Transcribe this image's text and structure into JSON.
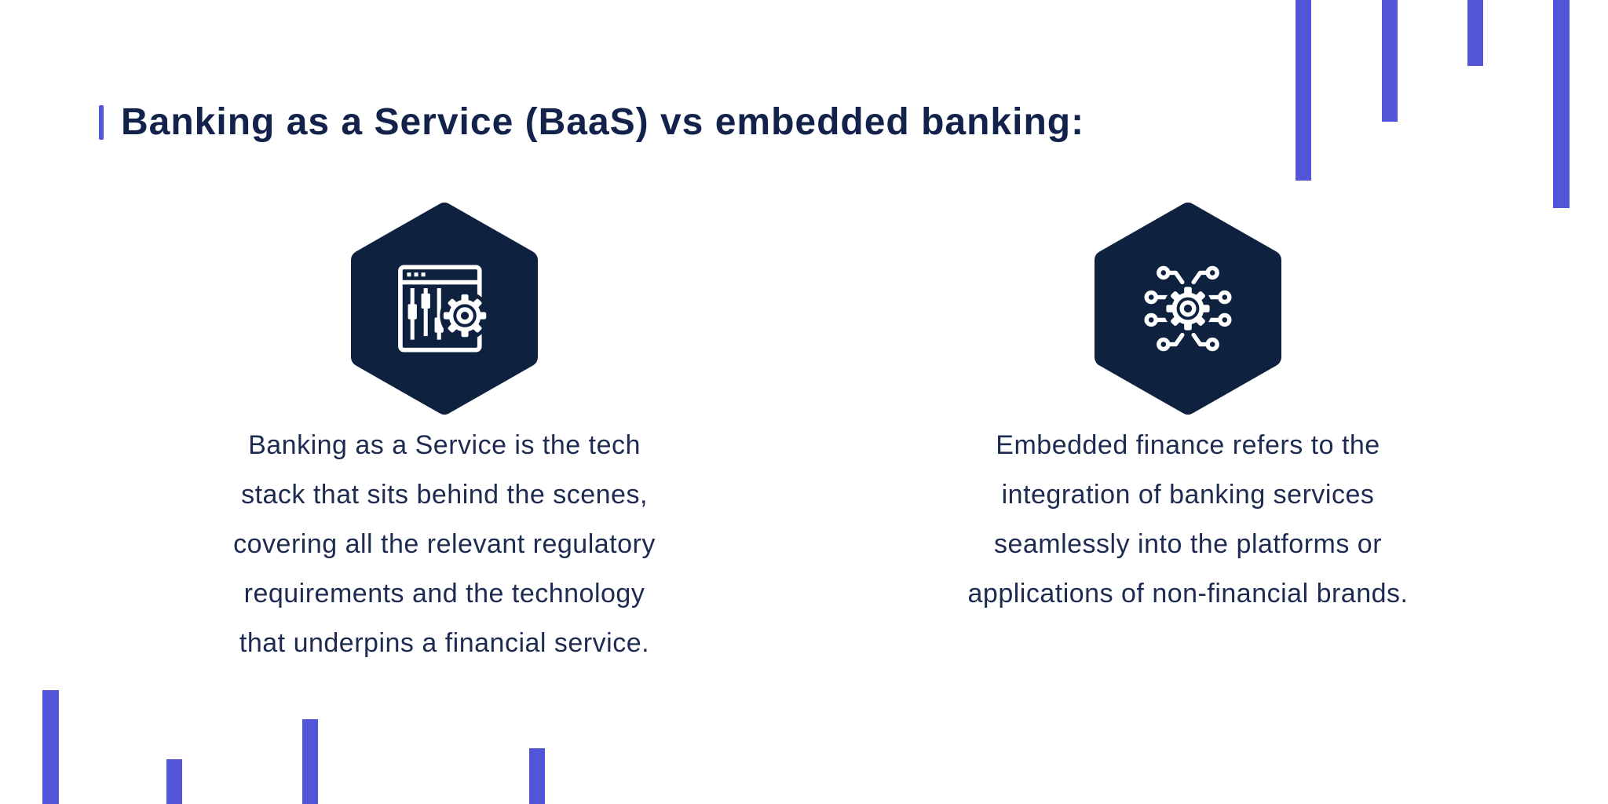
{
  "page": {
    "title": "Banking as a Service (BaaS) vs embedded banking:"
  },
  "colors": {
    "background": "#ffffff",
    "accent_purple": "#5355d8",
    "hexagon_navy": "#0e2240",
    "title_text": "#12224a",
    "body_text": "#1e2b50",
    "icon_stroke": "#ffffff"
  },
  "columns": [
    {
      "icon": "browser-settings-icon",
      "lines": [
        "Banking as a Service is the tech",
        "stack that sits behind the scenes,",
        "covering all the relevant regulatory",
        "requirements and the technology",
        "that underpins a financial service."
      ]
    },
    {
      "icon": "gear-network-icon",
      "lines": [
        "Embedded finance refers to the",
        "integration of banking services",
        "seamlessly into the platforms or",
        "applications of non-financial brands."
      ]
    }
  ]
}
